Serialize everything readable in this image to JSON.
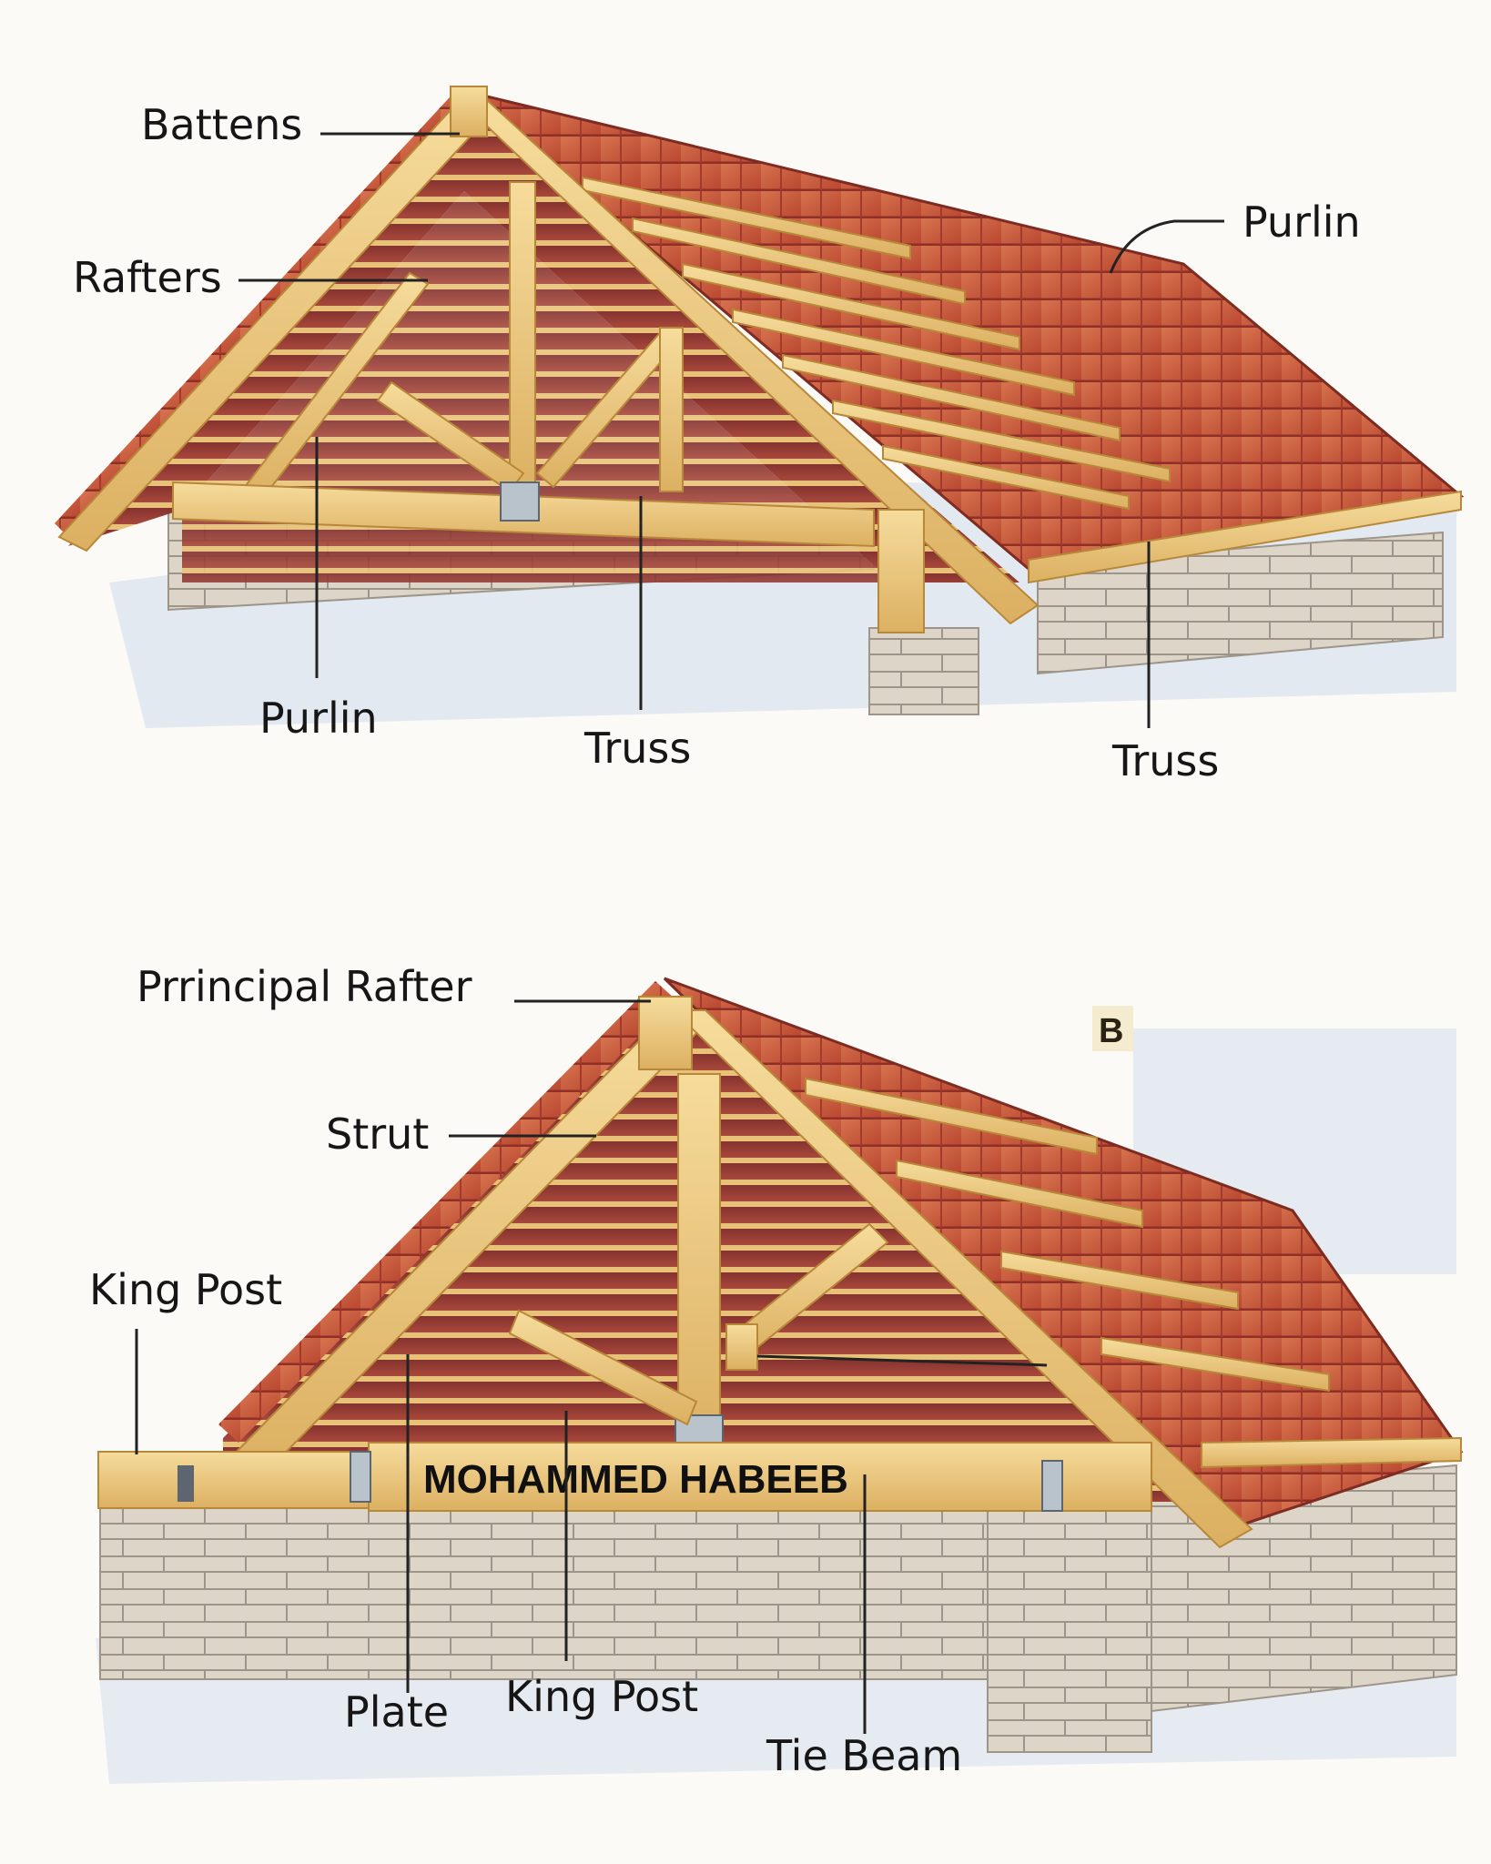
{
  "diagram_a": {
    "labels": {
      "battens": "Battens",
      "rafters": "Rafters",
      "purlin_right": "Purlin",
      "purlin_bottom": "Purlin",
      "truss_center": "Truss",
      "truss_right": "Truss"
    }
  },
  "diagram_b": {
    "marker": "B",
    "labels": {
      "principal_rafter": "Prrincipal Rafter",
      "strut": "Strut",
      "king_post_left": "King Post",
      "plate": "Plate",
      "king_post_bottom": "King Post",
      "tie_beam": "Tie Beam"
    },
    "beam_inscription": "MOHAMMED HABEEB"
  },
  "colors": {
    "timber": "#ecc77c",
    "timber_edge": "#b8883a",
    "tile": "#c65a3a",
    "tile_dark": "#8e2f28",
    "masonry": "#d8d2c4",
    "ground": "#dfe7ef"
  }
}
